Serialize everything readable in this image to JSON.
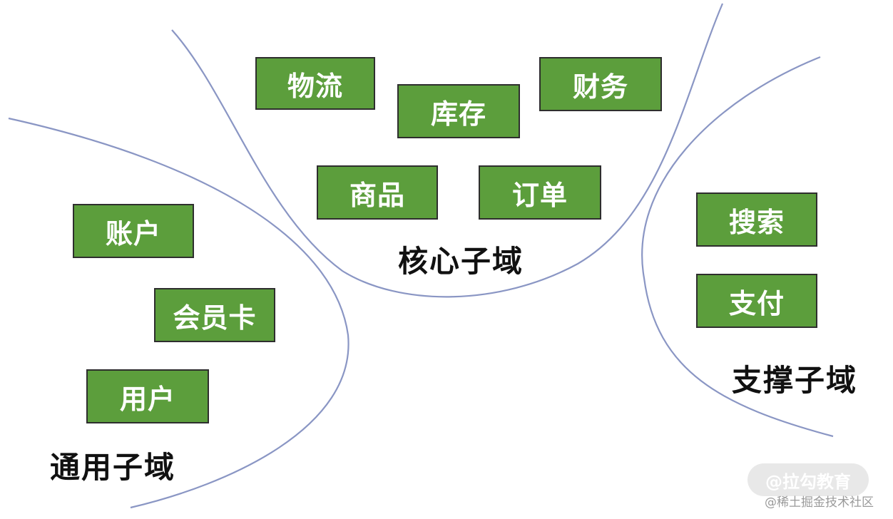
{
  "regions": {
    "core": {
      "label": "核心子域",
      "items": [
        "物流",
        "库存",
        "财务",
        "商品",
        "订单"
      ]
    },
    "generic": {
      "label": "通用子域",
      "items": [
        "账户",
        "会员卡",
        "用户"
      ]
    },
    "supporting": {
      "label": "支撑子域",
      "items": [
        "搜索",
        "支付"
      ]
    }
  },
  "colors": {
    "box_fill": "#5c9e3c",
    "box_border": "#2e2e2e",
    "box_text": "#ffffff",
    "boundary_line": "#8a96c4"
  },
  "watermark": {
    "badge": "@拉勾教育",
    "credit": "@稀土掘金技术社区"
  }
}
